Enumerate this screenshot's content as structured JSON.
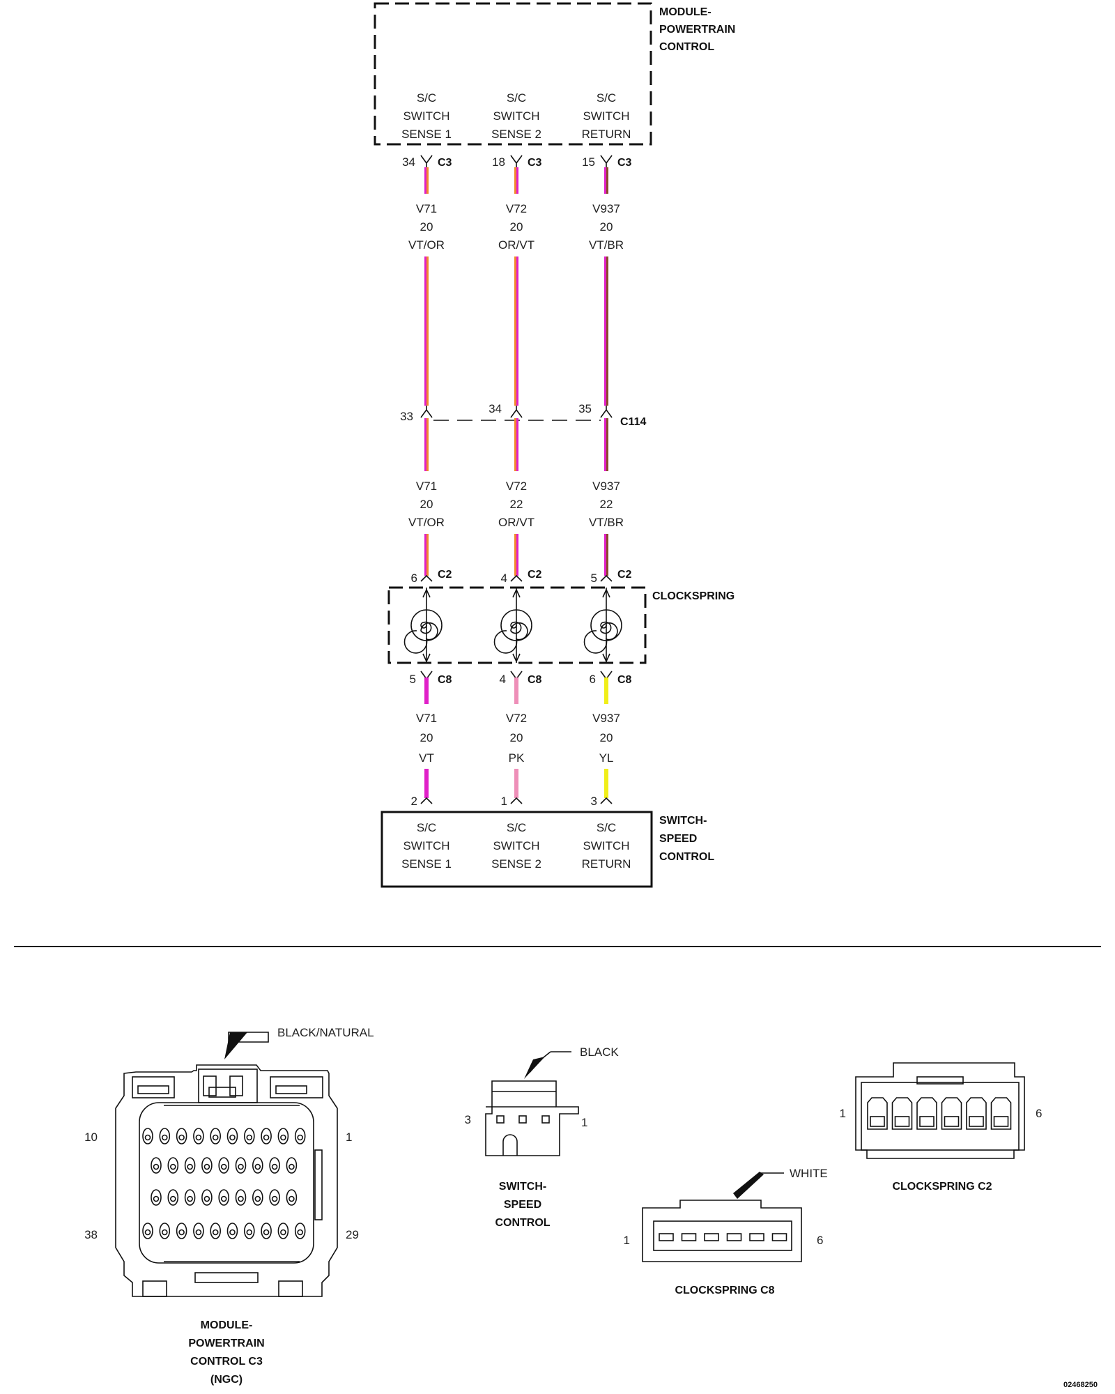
{
  "pcm": {
    "title": [
      "MODULE-",
      "POWERTRAIN",
      "CONTROL"
    ],
    "pins": [
      [
        "S/C",
        "SWITCH",
        "SENSE 1"
      ],
      [
        "S/C",
        "SWITCH",
        "SENSE 2"
      ],
      [
        "S/C",
        "SWITCH",
        "RETURN"
      ]
    ]
  },
  "pcm_connector": {
    "name": "C3",
    "cavities": [
      "34",
      "18",
      "15"
    ]
  },
  "wires_upper": [
    {
      "circuit": "V71",
      "gauge": "20",
      "color_code": "VT/OR",
      "colors": [
        "#e020c8",
        "#f28a2c"
      ]
    },
    {
      "circuit": "V72",
      "gauge": "20",
      "color_code": "OR/VT",
      "colors": [
        "#f28a2c",
        "#e020c8"
      ]
    },
    {
      "circuit": "V937",
      "gauge": "20",
      "color_code": "VT/BR",
      "colors": [
        "#e020c8",
        "#8a4a2a"
      ]
    }
  ],
  "inline_connector": {
    "name": "C114",
    "cavities": [
      "33",
      "34",
      "35"
    ]
  },
  "wires_middle": [
    {
      "circuit": "V71",
      "gauge": "20",
      "color_code": "VT/OR",
      "colors": [
        "#e020c8",
        "#f28a2c"
      ]
    },
    {
      "circuit": "V72",
      "gauge": "22",
      "color_code": "OR/VT",
      "colors": [
        "#f28a2c",
        "#e020c8"
      ]
    },
    {
      "circuit": "V937",
      "gauge": "22",
      "color_code": "VT/BR",
      "colors": [
        "#e020c8",
        "#8a4a2a"
      ]
    }
  ],
  "clockspring": {
    "title": "CLOCKSPRING",
    "upper_connector": {
      "name": "C2",
      "cavities": [
        "6",
        "4",
        "5"
      ]
    },
    "lower_connector": {
      "name": "C8",
      "cavities": [
        "5",
        "4",
        "6"
      ]
    }
  },
  "wires_lower": [
    {
      "circuit": "V71",
      "gauge": "20",
      "color_code": "VT",
      "colors": [
        "#e020c8"
      ]
    },
    {
      "circuit": "V72",
      "gauge": "20",
      "color_code": "PK",
      "colors": [
        "#ee8fb8"
      ]
    },
    {
      "circuit": "V937",
      "gauge": "20",
      "color_code": "YL",
      "colors": [
        "#f0ee1a"
      ]
    }
  ],
  "switch": {
    "title": [
      "SWITCH-",
      "SPEED",
      "CONTROL"
    ],
    "cavities": [
      "2",
      "1",
      "3"
    ],
    "pins": [
      [
        "S/C",
        "SWITCH",
        "SENSE 1"
      ],
      [
        "S/C",
        "SWITCH",
        "SENSE 2"
      ],
      [
        "S/C",
        "SWITCH",
        "RETURN"
      ]
    ]
  },
  "connector_views": {
    "pcm_c3": {
      "callout": "BLACK/NATURAL",
      "pin_labels": [
        "10",
        "1",
        "38",
        "29"
      ],
      "caption": [
        "MODULE-",
        "POWERTRAIN",
        "CONTROL C3",
        "(NGC)"
      ]
    },
    "speed_switch": {
      "callout": "BLACK",
      "pin_labels": [
        "3",
        "1"
      ],
      "caption": [
        "SWITCH-",
        "SPEED",
        "CONTROL"
      ]
    },
    "clockspring_c8": {
      "callout": "WHITE",
      "pin_labels": [
        "1",
        "6"
      ],
      "caption": "CLOCKSPRING C8"
    },
    "clockspring_c2": {
      "pin_labels": [
        "1",
        "6"
      ],
      "caption": "CLOCKSPRING C2"
    }
  },
  "figure_id": "02468250"
}
